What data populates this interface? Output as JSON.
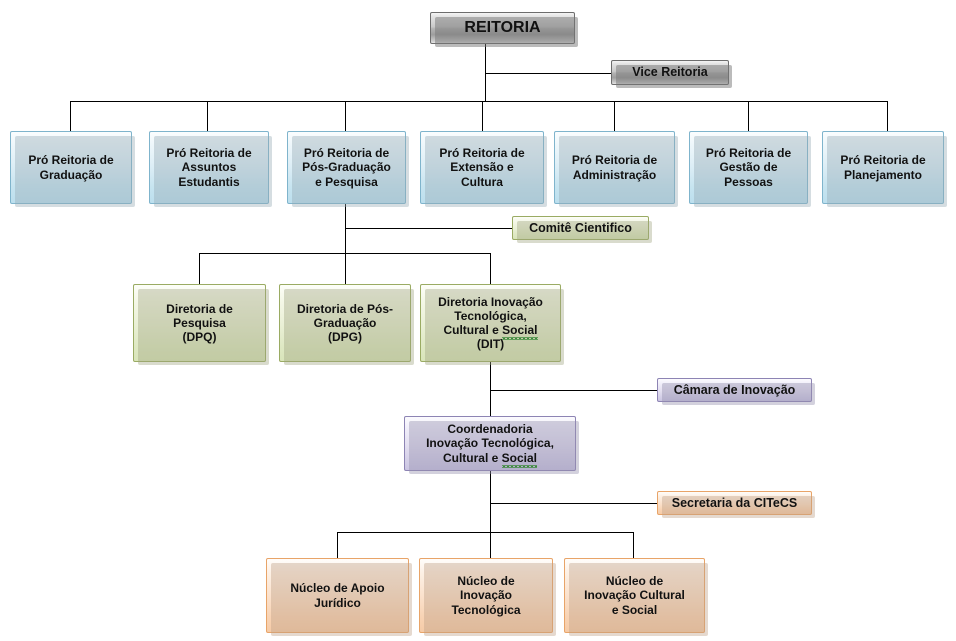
{
  "diagram": {
    "title": "Organograma REITORIA",
    "type": "org-chart",
    "colors": {
      "level1_silver": "#b4b4b4",
      "level2_blue": "#c6e4f0",
      "level3_green": "#dfe9c4",
      "level4_purple": "#d5d0e8",
      "level5_orange": "#f8d3b4",
      "connector": "#000000",
      "text": "#111111"
    }
  },
  "nodes": {
    "reitoria": {
      "label": "REITORIA"
    },
    "vice_reitoria": {
      "label": "Vice Reitoria"
    },
    "pro_reitorias": [
      {
        "line1": "Pró Reitoria de",
        "line2": "Graduação",
        "line3": ""
      },
      {
        "line1": "Pró Reitoria de",
        "line2": "Assuntos",
        "line3": "Estudantis"
      },
      {
        "line1": "Pró Reitoria de",
        "line2": "Pós-Graduação",
        "line3": "e Pesquisa"
      },
      {
        "line1": "Pró Reitoria de",
        "line2": "Extensão e",
        "line3": "Cultura"
      },
      {
        "line1": "Pró Reitoria de",
        "line2": "Administração",
        "line3": ""
      },
      {
        "line1": "Pró Reitoria de",
        "line2": "Gestão de",
        "line3": "Pessoas"
      },
      {
        "line1": "Pró Reitoria de",
        "line2": "Planejamento",
        "line3": ""
      }
    ],
    "comite_cientifico": {
      "label": "Comitê Cientifico"
    },
    "diretorias": [
      {
        "line1": "Diretoria de",
        "line2": "Pesquisa",
        "line3": "(DPQ)",
        "line4": ""
      },
      {
        "line1": "Diretoria de Pós-",
        "line2": "Graduação",
        "line3": "(DPG)",
        "line4": ""
      },
      {
        "line1": "Diretoria Inovação",
        "line2": "Tecnológica,",
        "line3": "Cultural e ",
        "line3b": "Social",
        "line4": "(DIT)"
      }
    ],
    "camara_inovacao": {
      "label": "Câmara de Inovação"
    },
    "coordenadoria": {
      "line1": "Coordenadoria",
      "line2": "Inovação Tecnológica,",
      "line3": "Cultural e ",
      "line3b": "Social"
    },
    "secretaria": {
      "label": "Secretaria da CITeCS"
    },
    "nucleos": [
      {
        "line1": "Núcleo de Apoio",
        "line2": "Jurídico",
        "line3": ""
      },
      {
        "line1": "Núcleo de",
        "line2": "Inovação",
        "line3": "Tecnológica"
      },
      {
        "line1": "Núcleo de",
        "line2": "Inovação Cultural",
        "line3": "e Social"
      }
    ]
  }
}
